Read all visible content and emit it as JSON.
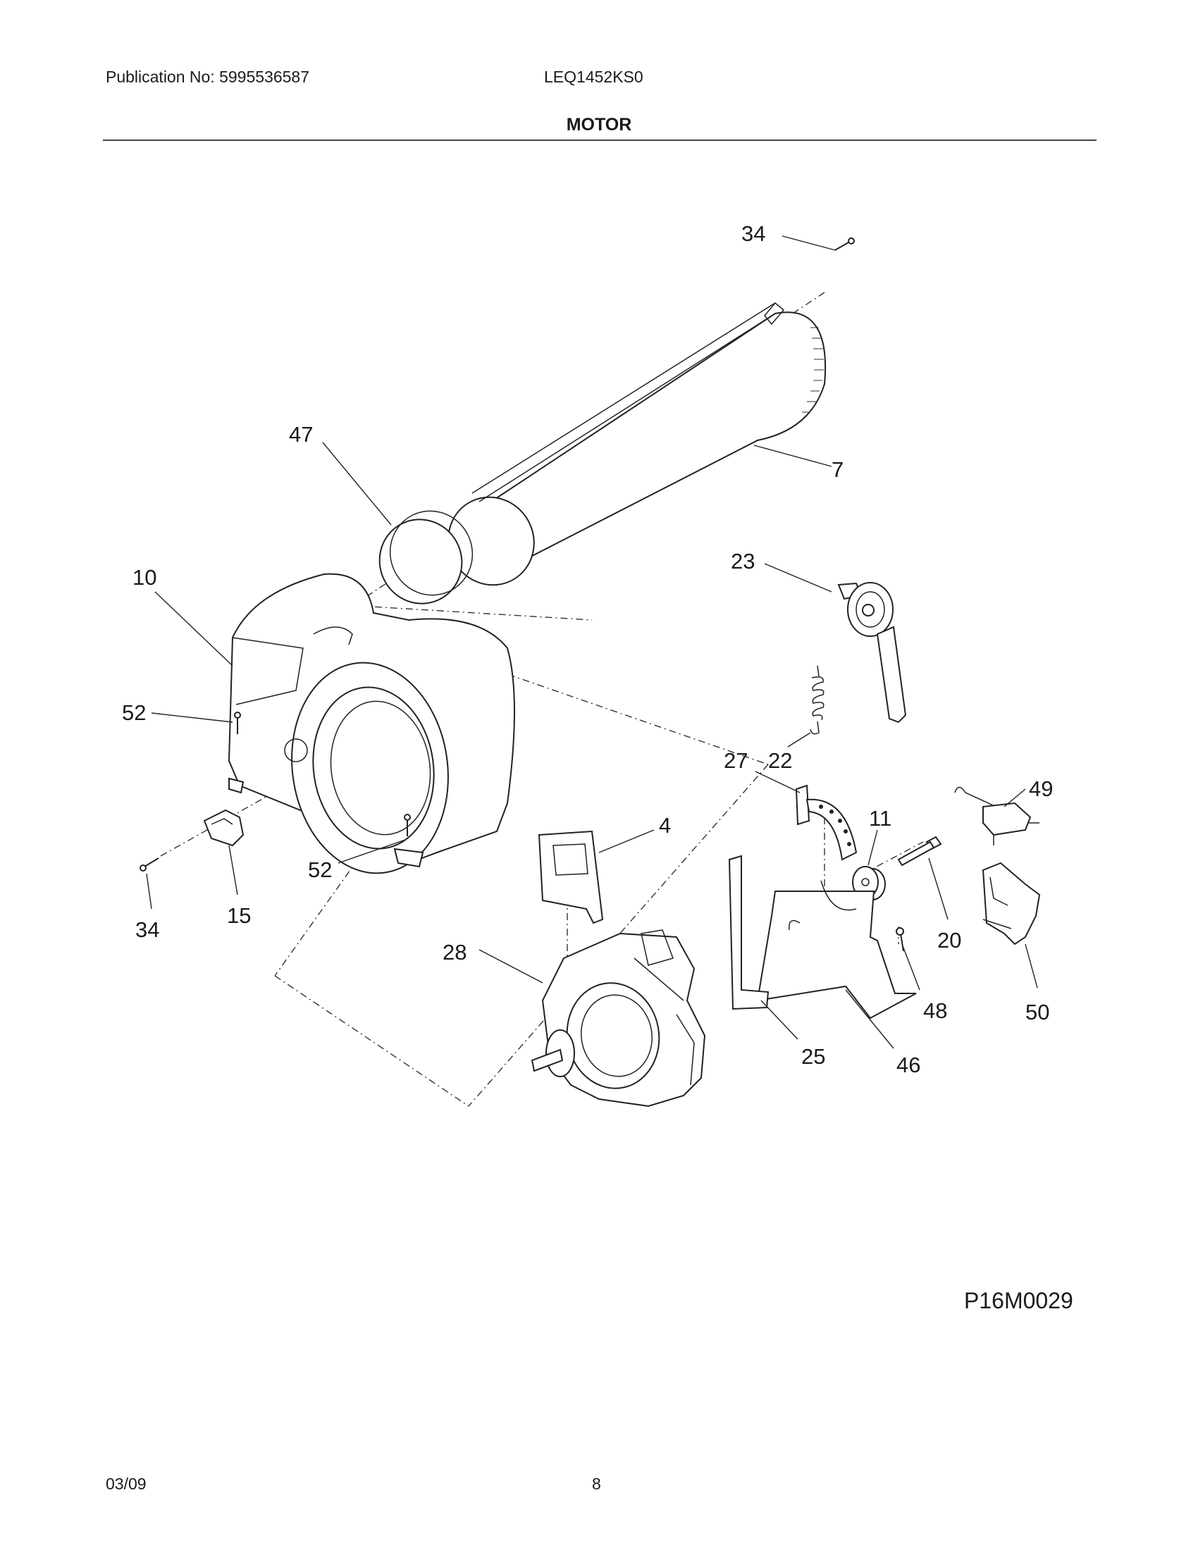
{
  "header": {
    "publication": "Publication No:  5995536587",
    "model": "LEQ1452KS0",
    "section_title": "MOTOR"
  },
  "callouts": [
    {
      "id": "c34a",
      "label": "34"
    },
    {
      "id": "c7",
      "label": "7"
    },
    {
      "id": "c47",
      "label": "47"
    },
    {
      "id": "c10",
      "label": "10"
    },
    {
      "id": "c23",
      "label": "23"
    },
    {
      "id": "c52a",
      "label": "52"
    },
    {
      "id": "c22",
      "label": "22"
    },
    {
      "id": "c27",
      "label": "27"
    },
    {
      "id": "c49",
      "label": "49"
    },
    {
      "id": "c11",
      "label": "11"
    },
    {
      "id": "c4",
      "label": "4"
    },
    {
      "id": "c52b",
      "label": "52"
    },
    {
      "id": "c34b",
      "label": "34"
    },
    {
      "id": "c15",
      "label": "15"
    },
    {
      "id": "c20",
      "label": "20"
    },
    {
      "id": "c28",
      "label": "28"
    },
    {
      "id": "c48",
      "label": "48"
    },
    {
      "id": "c50",
      "label": "50"
    },
    {
      "id": "c25",
      "label": "25"
    },
    {
      "id": "c46",
      "label": "46"
    }
  ],
  "figure_code": "P16M0029",
  "footer": {
    "date": "03/09",
    "page": "8"
  }
}
